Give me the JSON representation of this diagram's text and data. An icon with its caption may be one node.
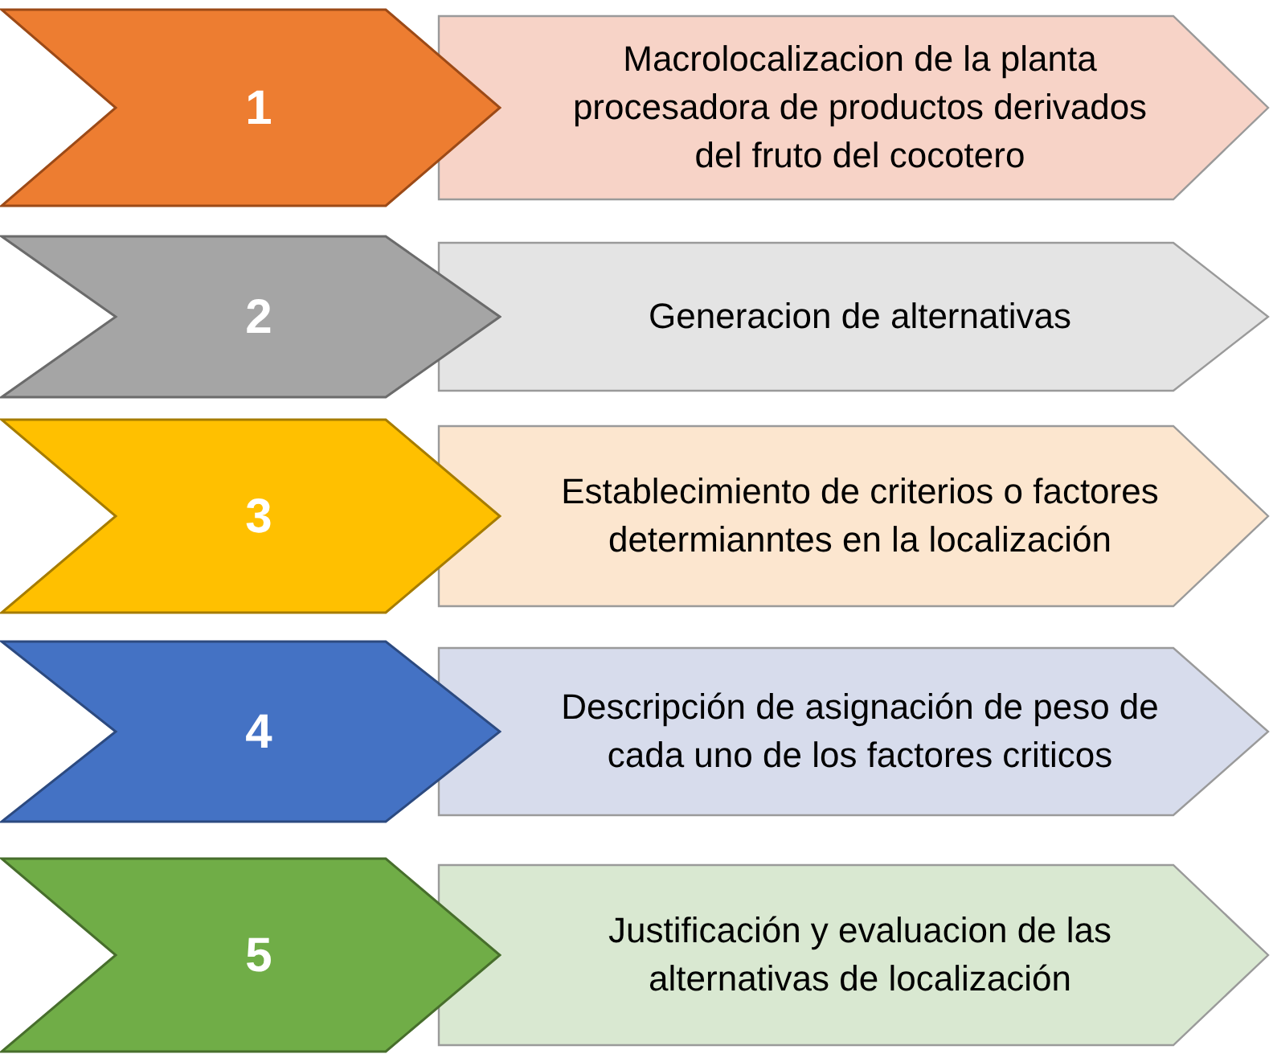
{
  "diagram": {
    "nodes": [
      {
        "text": [
          "1"
        ]
      },
      {
        "text": [
          "Macrolocalizacion de la planta procesadora de productos derivados del fruto del cocotero"
        ]
      },
      {
        "text": [
          "2"
        ]
      },
      {
        "text": [
          "Generacion de alternativas"
        ]
      },
      {
        "text": [
          "3"
        ]
      },
      {
        "text": [
          "Establecimiento de criterios o factores determianntes en la localización"
        ]
      },
      {
        "text": [
          "4"
        ]
      },
      {
        "text": [
          "Descripción de asignación de peso de cada uno de los factores criticos"
        ]
      },
      {
        "text": [
          "5"
        ]
      },
      {
        "text": [
          "Justificación y evaluacion de las alternativas de localización"
        ]
      }
    ]
  }
}
